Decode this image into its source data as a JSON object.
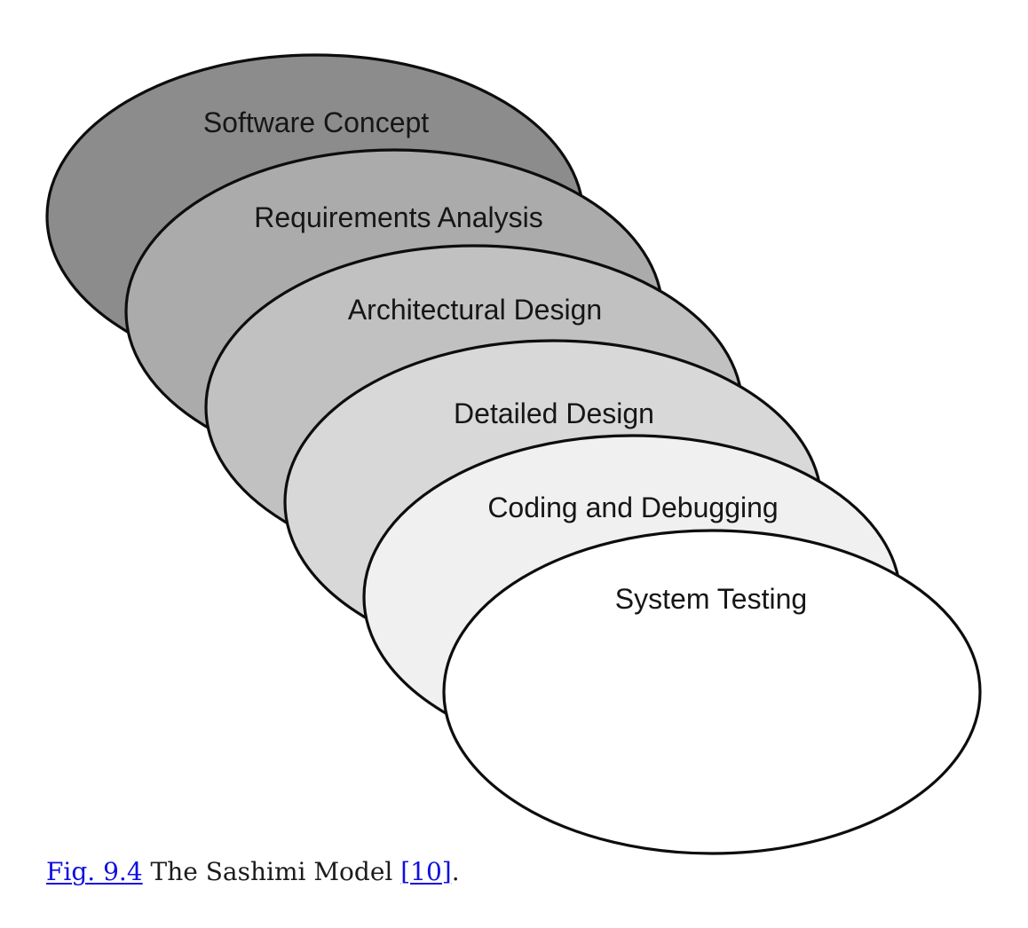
{
  "figure": {
    "name": "Sashimi Model diagram",
    "stages": [
      {
        "label": "Software Concept",
        "fill": "#8c8c8c"
      },
      {
        "label": "Requirements Analysis",
        "fill": "#ababab"
      },
      {
        "label": "Architectural Design",
        "fill": "#c1c1c1"
      },
      {
        "label": "Detailed Design",
        "fill": "#d8d8d8"
      },
      {
        "label": "Coding and Debugging",
        "fill": "#f0f0f0"
      },
      {
        "label": "System Testing",
        "fill": "#ffffff"
      }
    ],
    "outline_color": "#0d0d0d",
    "label_color": "#161616"
  },
  "caption": {
    "figure_link": "Fig. 9.4",
    "title": "The Sashimi Model",
    "citation_link": "[10]",
    "terminator": ".",
    "link_color": "#0f0fe0",
    "text_color": "#1c1c1c"
  }
}
